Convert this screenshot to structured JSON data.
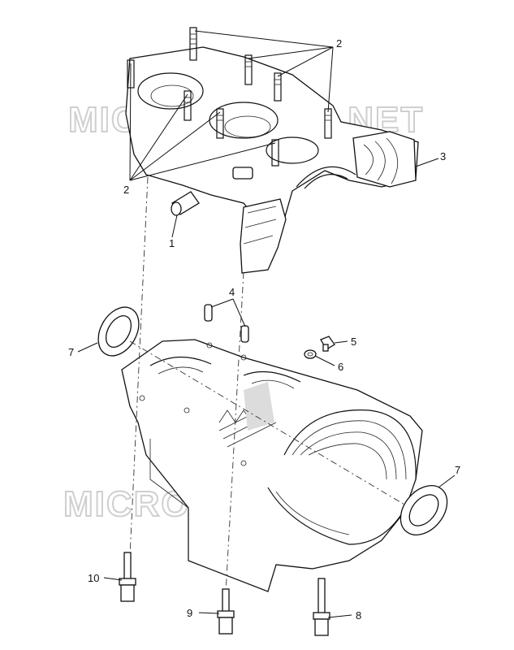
{
  "watermarks": [
    "MICROFICHES.NET",
    "MICROFICHES.NET"
  ],
  "callouts": {
    "c1": "1",
    "c2a": "2",
    "c2b": "2",
    "c3": "3",
    "c4": "4",
    "c5": "5",
    "c6": "6",
    "c7a": "7",
    "c7b": "7",
    "c8": "8",
    "c9": "9",
    "c10": "10"
  },
  "colors": {
    "line": "#111111",
    "watermark": "#cfcfcf",
    "background": "#ffffff"
  }
}
